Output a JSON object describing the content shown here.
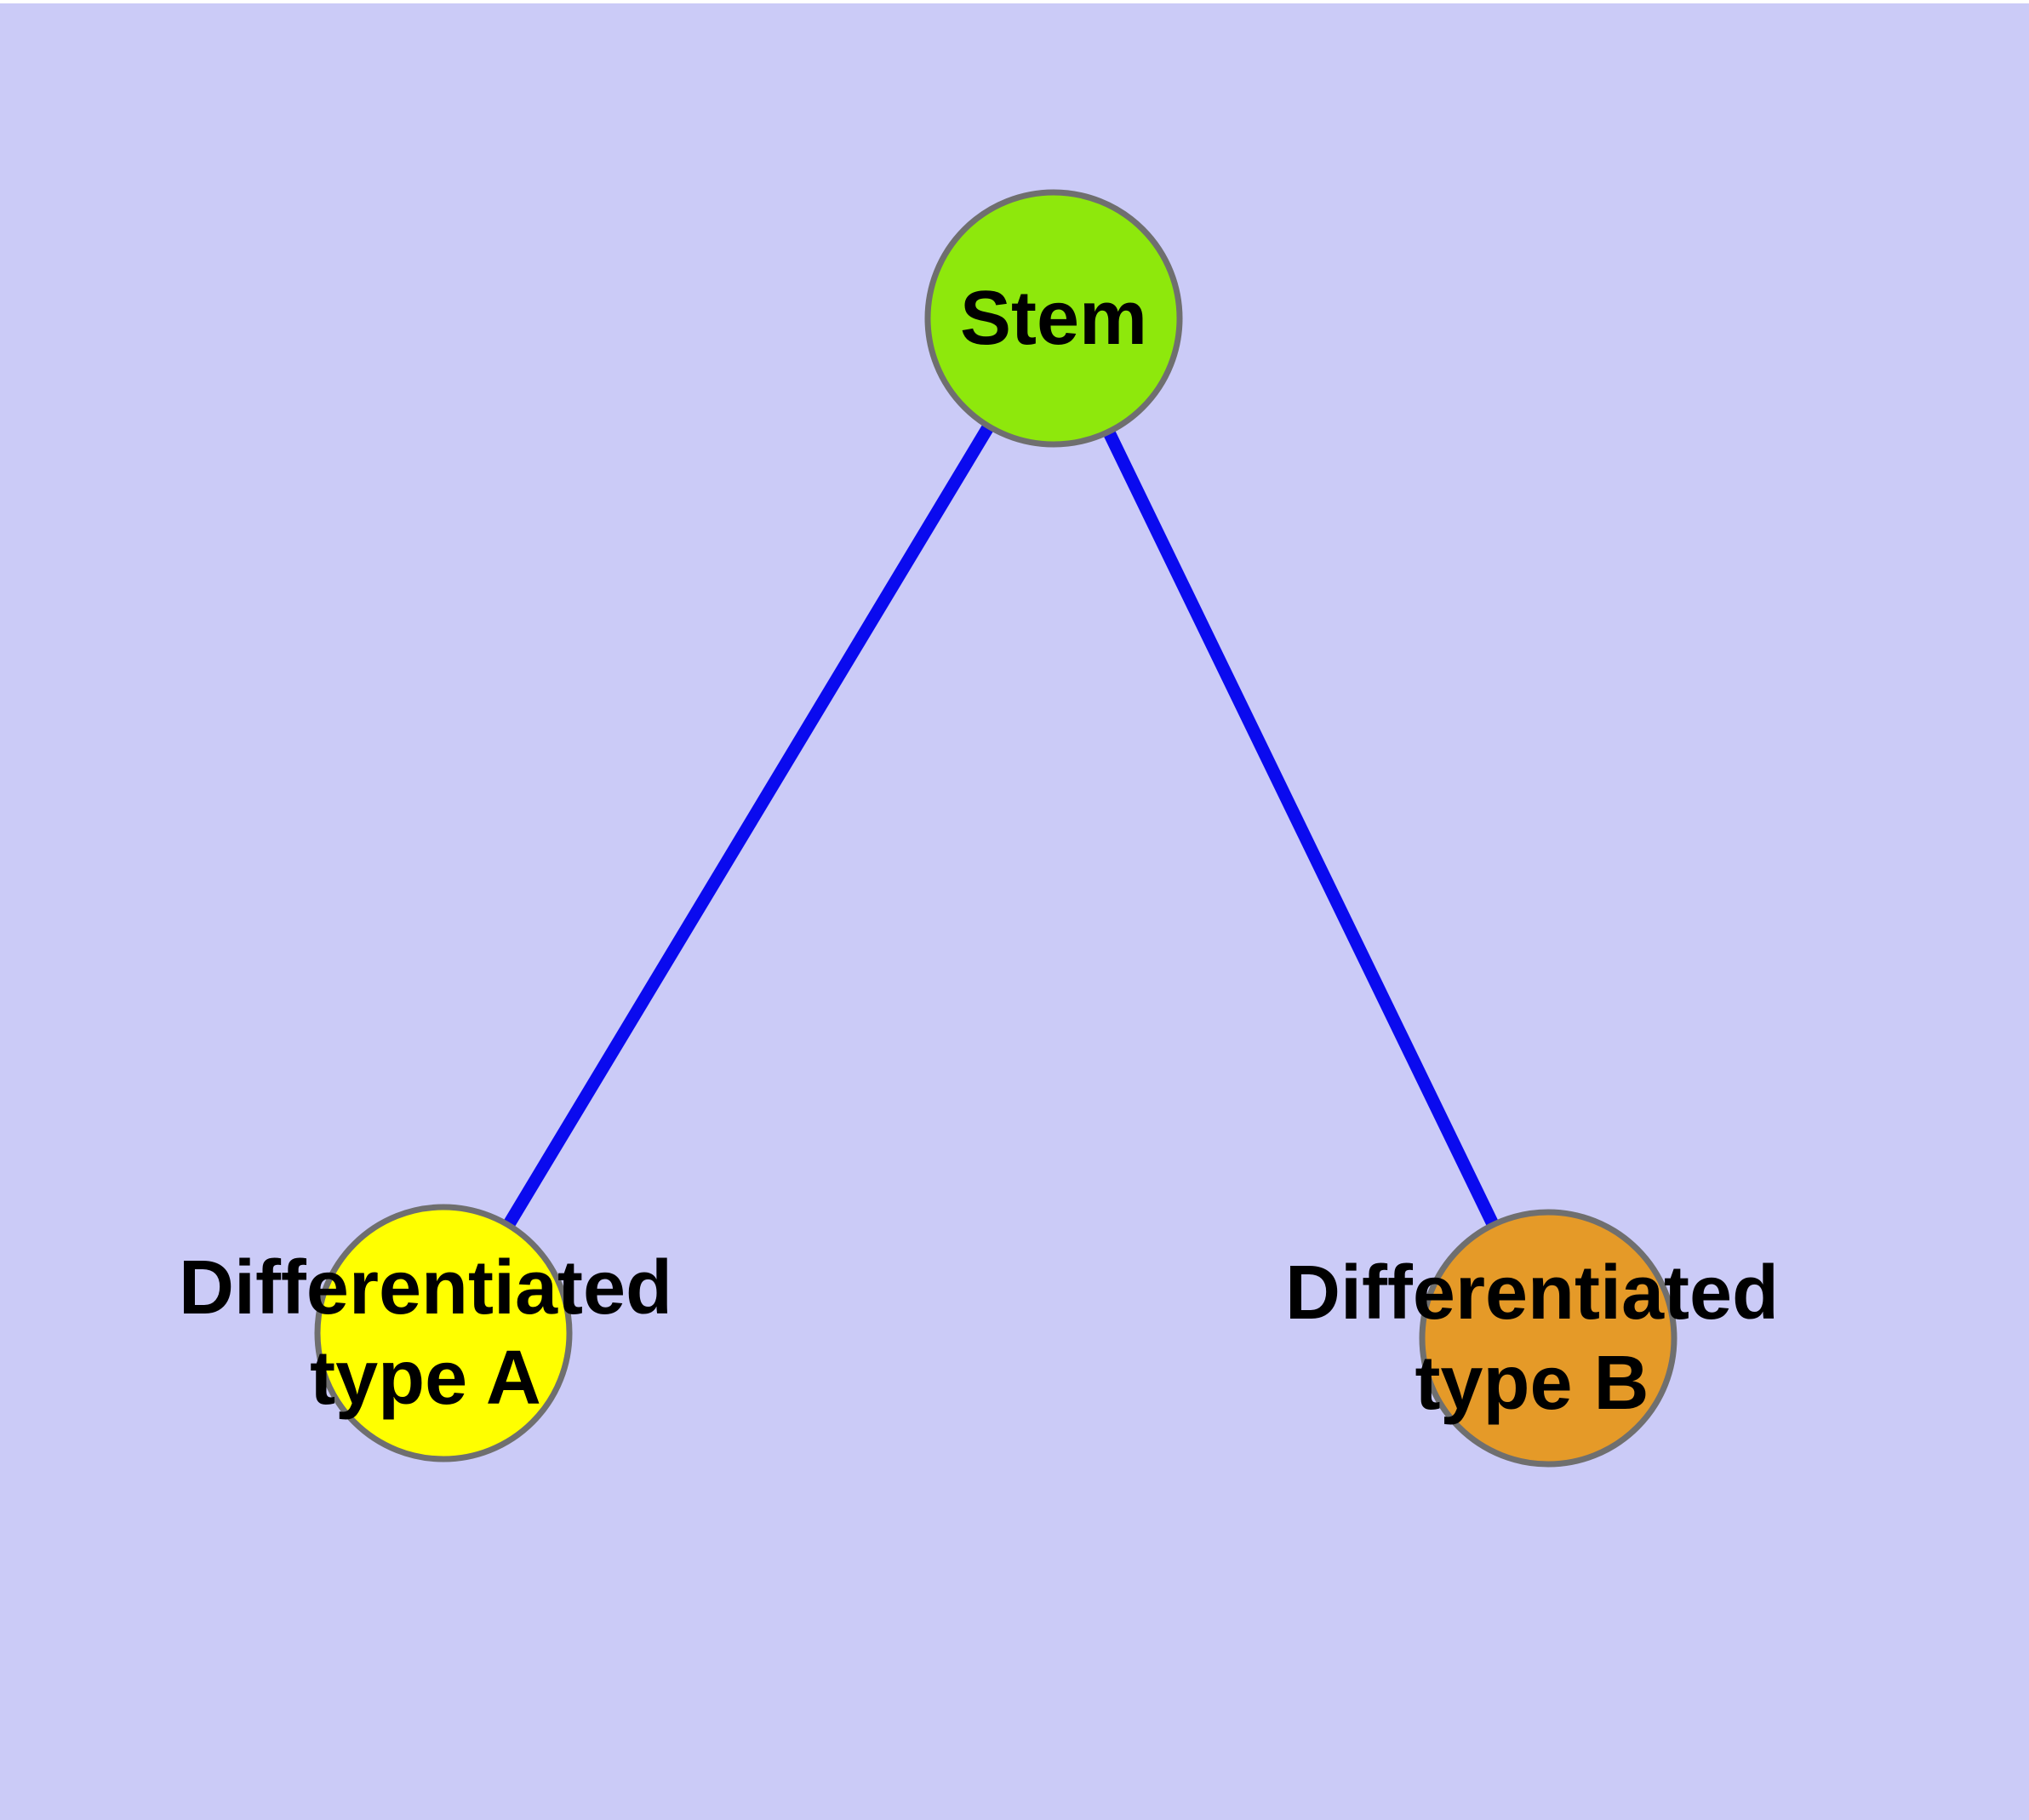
{
  "diagram": {
    "type": "graph",
    "background_color": "#CBCBF7",
    "edge_color": "#0A0AEF",
    "node_border_color": "#6F6F6F",
    "label_color": "#000000",
    "nodes": [
      {
        "id": "stem",
        "label": "Stem",
        "color": "#8EE80C"
      },
      {
        "id": "differentiated-type-a",
        "label": "Differentiated\ntype A",
        "color": "#FFFF00"
      },
      {
        "id": "differentiated-type-b",
        "label": "Differentiated\ntype B",
        "color": "#E59A28"
      }
    ],
    "edges": [
      {
        "from": "stem",
        "to": "differentiated-type-a"
      },
      {
        "from": "stem",
        "to": "differentiated-type-b"
      }
    ]
  }
}
